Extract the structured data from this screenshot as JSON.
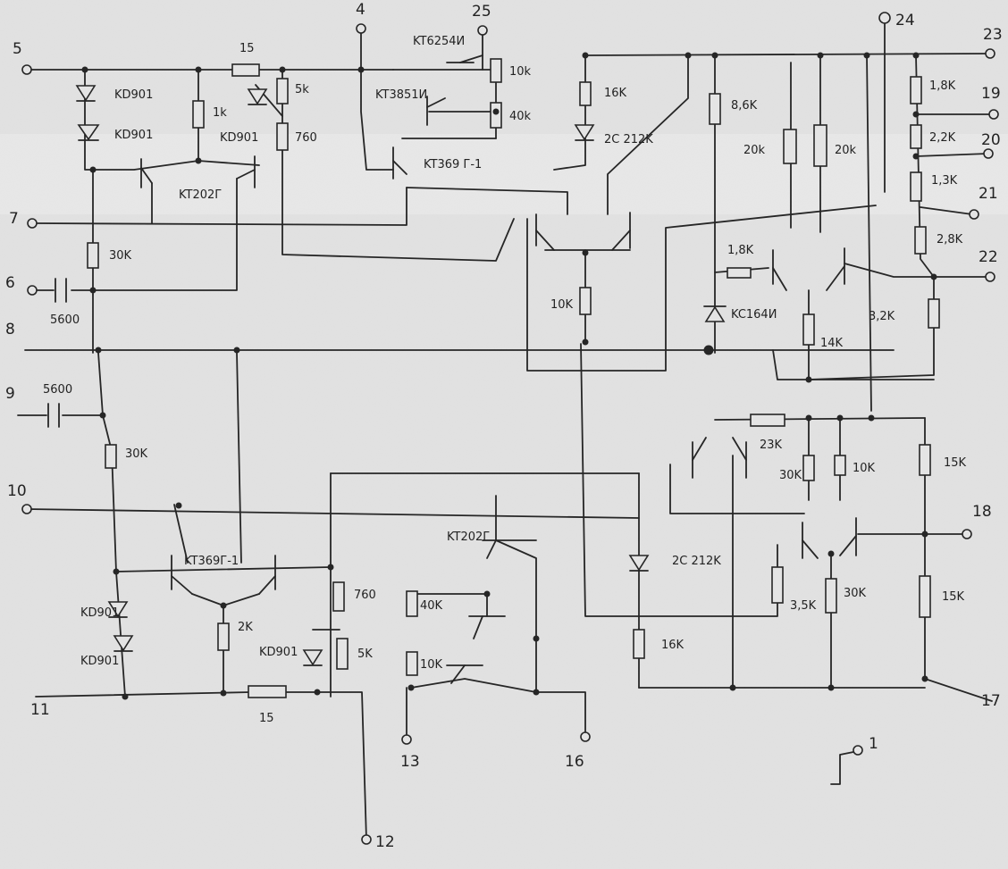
{
  "pins": [
    {
      "id": "p5",
      "text": "5"
    },
    {
      "id": "p4",
      "text": "4"
    },
    {
      "id": "p25",
      "text": "25"
    },
    {
      "id": "p24",
      "text": "24"
    },
    {
      "id": "p23",
      "text": "23"
    },
    {
      "id": "p19",
      "text": "19"
    },
    {
      "id": "p20",
      "text": "20"
    },
    {
      "id": "p21",
      "text": "21"
    },
    {
      "id": "p22",
      "text": "22"
    },
    {
      "id": "p7",
      "text": "7"
    },
    {
      "id": "p6",
      "text": "6"
    },
    {
      "id": "p8",
      "text": "8"
    },
    {
      "id": "p9",
      "text": "9"
    },
    {
      "id": "p10",
      "text": "10"
    },
    {
      "id": "p11",
      "text": "11"
    },
    {
      "id": "p12",
      "text": "12"
    },
    {
      "id": "p13",
      "text": "13"
    },
    {
      "id": "p16",
      "text": "16"
    },
    {
      "id": "p17",
      "text": "17"
    },
    {
      "id": "p18",
      "text": "18"
    },
    {
      "id": "p1",
      "text": "1"
    }
  ],
  "labels": [
    {
      "id": "kd901a",
      "text": "KD901"
    },
    {
      "id": "kd901b",
      "text": "KD901"
    },
    {
      "id": "r1k",
      "text": "1k"
    },
    {
      "id": "r15a",
      "text": "15"
    },
    {
      "id": "r5ka",
      "text": "5k"
    },
    {
      "id": "kd901c",
      "text": "KD901"
    },
    {
      "id": "r760a",
      "text": "760"
    },
    {
      "id": "kt202",
      "text": "KT202Г"
    },
    {
      "id": "kt6254",
      "text": "KT6254И"
    },
    {
      "id": "kt3851",
      "text": "KT3851И"
    },
    {
      "id": "r10ka",
      "text": "10k"
    },
    {
      "id": "r40ka",
      "text": "40k"
    },
    {
      "id": "kt369a",
      "text": "KT369 Г-1"
    },
    {
      "id": "r16ka",
      "text": "16K"
    },
    {
      "id": "d2c212a",
      "text": "2C 212K"
    },
    {
      "id": "r86k",
      "text": "8,6K"
    },
    {
      "id": "r20ka",
      "text": "20k"
    },
    {
      "id": "r20kb",
      "text": "20k"
    },
    {
      "id": "r18k",
      "text": "1,8K"
    },
    {
      "id": "r22k",
      "text": "2,2K"
    },
    {
      "id": "r13k",
      "text": "1,3K"
    },
    {
      "id": "r28k",
      "text": "2,8K"
    },
    {
      "id": "r30ka",
      "text": "30K"
    },
    {
      "id": "c5600a",
      "text": "5600"
    },
    {
      "id": "r18kb",
      "text": "1,8K"
    },
    {
      "id": "kc164",
      "text": "KC164И"
    },
    {
      "id": "r10kb",
      "text": "10K"
    },
    {
      "id": "r14k",
      "text": "14K"
    },
    {
      "id": "r32k",
      "text": "3,2K"
    },
    {
      "id": "c5600b",
      "text": "5600"
    },
    {
      "id": "r30kb",
      "text": "30K"
    },
    {
      "id": "r23k",
      "text": "23K"
    },
    {
      "id": "r30kc",
      "text": "30K"
    },
    {
      "id": "r10kc",
      "text": "10K"
    },
    {
      "id": "r15kr",
      "text": "15K"
    },
    {
      "id": "kt369b",
      "text": "KT369Г-1"
    },
    {
      "id": "kt202b",
      "text": "KT202Г"
    },
    {
      "id": "d2c212b",
      "text": "2C 212K"
    },
    {
      "id": "r35k",
      "text": "3,5K"
    },
    {
      "id": "r30kd",
      "text": "30K"
    },
    {
      "id": "r15kr2",
      "text": "15K"
    },
    {
      "id": "r760b",
      "text": "760"
    },
    {
      "id": "r2k",
      "text": "2K"
    },
    {
      "id": "kd901d",
      "text": "KD901"
    },
    {
      "id": "kd901e",
      "text": "KD901"
    },
    {
      "id": "kd901f",
      "text": "KD901"
    },
    {
      "id": "r5kb",
      "text": "5K"
    },
    {
      "id": "r15b",
      "text": "15"
    },
    {
      "id": "r40kb",
      "text": "40K"
    },
    {
      "id": "r10kd",
      "text": "10K"
    },
    {
      "id": "r16kb",
      "text": "16K"
    }
  ]
}
